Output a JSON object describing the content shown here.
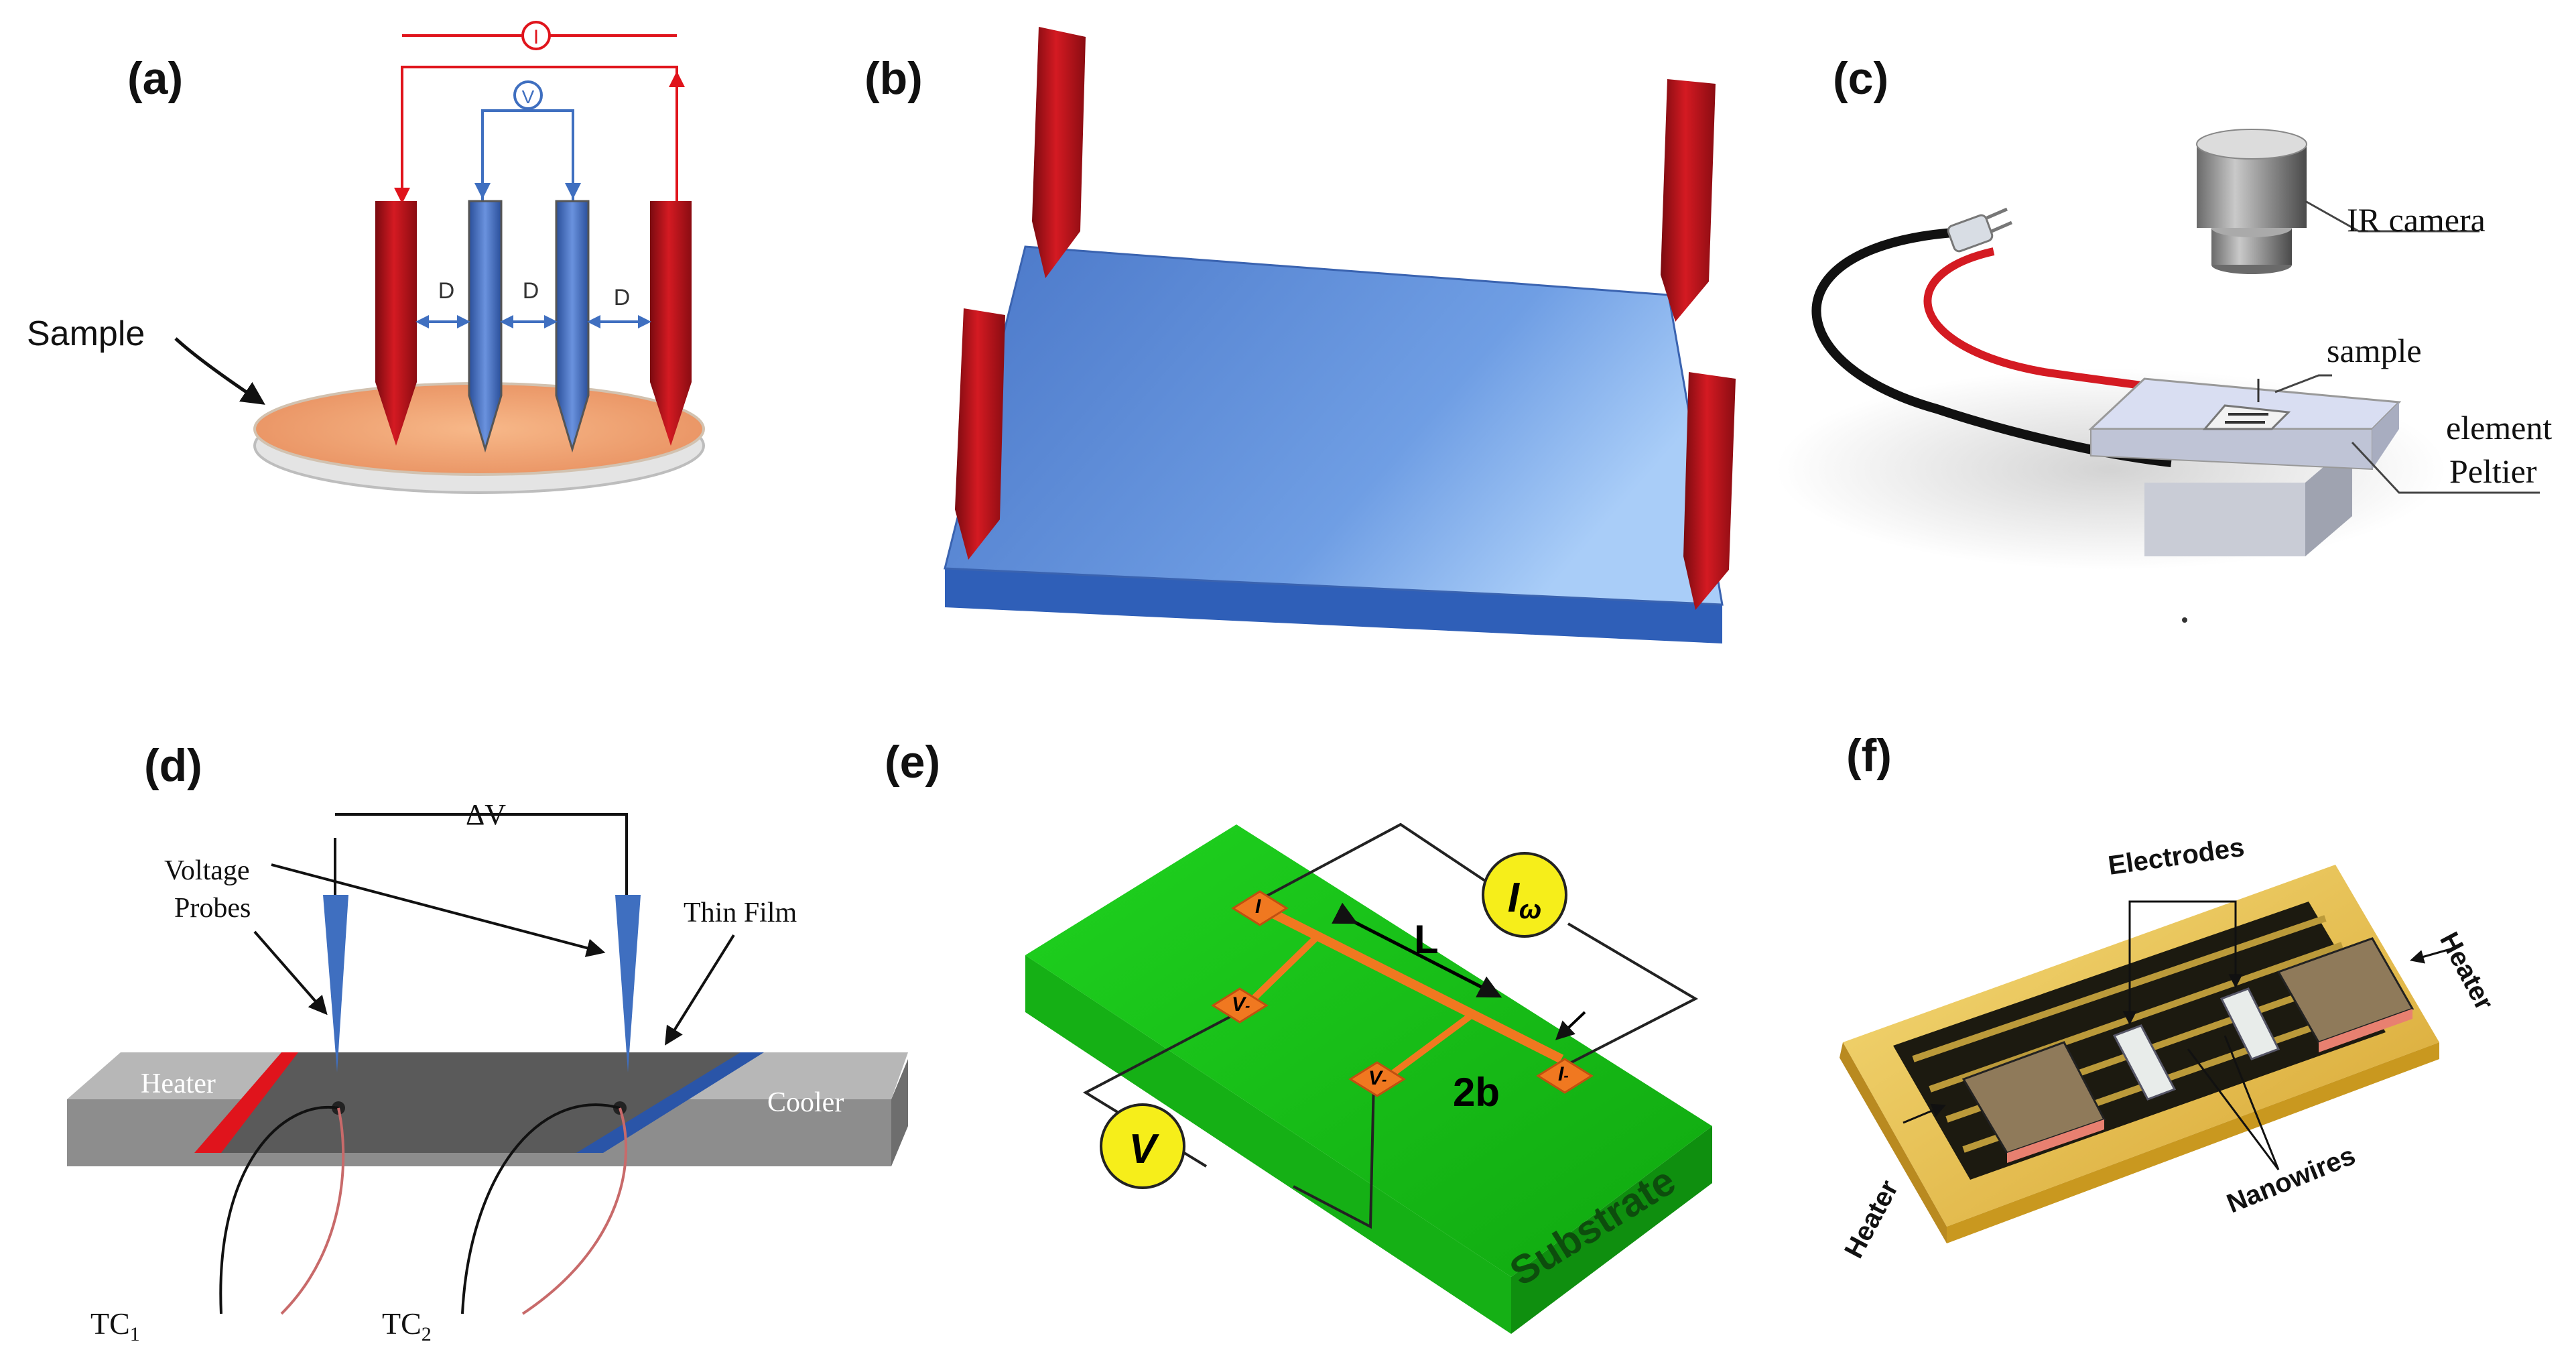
{
  "panels": {
    "a": {
      "label": "(a)",
      "current": "I",
      "voltage": "V",
      "gap": "D",
      "sample": "Sample"
    },
    "b": {
      "label": "(b)"
    },
    "c": {
      "label": "(c)",
      "camera": "IR camera",
      "sample": "sample",
      "peltier_line1": "element",
      "peltier_line2": "Peltier"
    },
    "d": {
      "label": "(d)",
      "delta_v": "ΔV",
      "probes_line1": "Voltage",
      "probes_line2": "Probes",
      "thin_film": "Thin Film",
      "heater": "Heater",
      "cooler": "Cooler",
      "tc1": "TC",
      "tc1_sub": "1",
      "tc2": "TC",
      "tc2_sub": "2"
    },
    "e": {
      "label": "(e)",
      "current": "I",
      "current_sub": "ω",
      "voltage": "V",
      "length": "L",
      "width": "2b",
      "pad_i": "I",
      "pad_v": "V",
      "pad_sign": "-",
      "substrate": "Substrate"
    },
    "f": {
      "label": "(f)",
      "electrodes": "Electrodes",
      "heater_right": "Heater",
      "heater_left": "Heater",
      "nanowires": "Nanowires"
    }
  },
  "colors": {
    "probe_red": "#c0141c",
    "probe_blue": "#3f6fc0",
    "substrate_green": "#1ec81e",
    "pad_orange": "#f07820",
    "meter_yellow": "#f6ee1a",
    "chip_gold": "#e8c14a"
  }
}
